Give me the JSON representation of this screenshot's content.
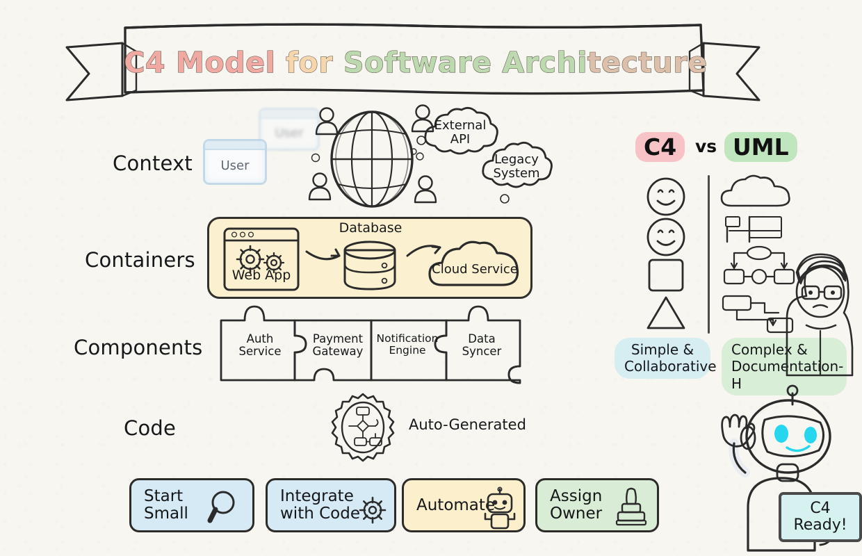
{
  "banner": {
    "title_full": "C4 Model for Software Architecture",
    "segments": [
      {
        "text": "C4 Model ",
        "color": "#f0a9a3"
      },
      {
        "text": "for ",
        "color": "#f6d6ad"
      },
      {
        "text": "Software ",
        "color": "#bcd9b0"
      },
      {
        "text": "Archi",
        "color": "#bcd9b0"
      },
      {
        "text": "tecture",
        "color": "#dcc0ab"
      }
    ],
    "ribbon_fill": "#e3f1f8",
    "ribbon_stroke": "#2b2b2b"
  },
  "rows": {
    "context": {
      "label": "Context",
      "user_card_front": "User",
      "user_card_back": "User",
      "globe_name": "globe",
      "actors": [
        {
          "name": "actor-top-left",
          "head": "#f2a89b",
          "body": "#b8d99a"
        },
        {
          "name": "actor-top-right",
          "head": "#ef8f86",
          "body": "#f3a89c"
        },
        {
          "name": "actor-bottom-left",
          "head": "#6fb5de",
          "body": "#8dc8e8"
        },
        {
          "name": "actor-bottom-right",
          "head": "#9fd08a",
          "body": "#bde0a8"
        }
      ],
      "bubbles": [
        {
          "name": "external-api",
          "text": "External\nAPI"
        },
        {
          "name": "legacy-system",
          "text": "Legacy\nSystem"
        }
      ]
    },
    "containers": {
      "label": "Containers",
      "band_fill": "#fbf0d0",
      "items": [
        {
          "name": "web-app",
          "label": "Web App",
          "icon": "browser-gears-icon"
        },
        {
          "name": "database",
          "label": "Database",
          "icon": "database-cylinder-icon"
        },
        {
          "name": "cloud-service",
          "label": "Cloud Service",
          "icon": "cloud-icon"
        }
      ],
      "arrows": 2
    },
    "components": {
      "label": "Components",
      "pieces": [
        {
          "name": "auth-service",
          "label": "Auth\nService",
          "color": "#bcdcf0"
        },
        {
          "name": "payment-gateway",
          "label": "Payment\nGateway",
          "color": "#d4e8b8"
        },
        {
          "name": "notification-engine",
          "label": "Notification\nEngine",
          "color": "#fad9ad"
        },
        {
          "name": "data-syncer",
          "label": "Data\nSyncer",
          "color": "#c3d3da"
        }
      ]
    },
    "code": {
      "label": "Code",
      "badge_name": "auto-generated-badge",
      "badge_caption": "Auto-Generated"
    }
  },
  "actions": [
    {
      "name": "start-small",
      "label": "Start\nSmall",
      "icon": "magnifier-icon",
      "fill": "#d6eaf6"
    },
    {
      "name": "integrate-with-code",
      "label": "Integrate\nwith Code",
      "icon": "gear-icon",
      "fill": "#d6eaf6"
    },
    {
      "name": "automate",
      "label": "Automate",
      "icon": "robot-icon",
      "fill": "#fbf0cb"
    },
    {
      "name": "assign-owner",
      "label": "Assign\nOwner",
      "icon": "stamp-icon",
      "fill": "#d9edd6"
    }
  ],
  "comparison": {
    "left_title": "C4",
    "vs_text": "vs",
    "right_title": "UML",
    "left_highlight": "#f7c3c6",
    "right_highlight": "#bfe6bc",
    "left_verdict": "Simple &\nCollaborative",
    "right_verdict": "Complex &\nDocumentation-H",
    "left_icons": [
      "smiley-icon",
      "smiley-icon",
      "pink-square-icon",
      "teal-triangle-icon"
    ],
    "right_icons": [
      "cloud-icon",
      "sequence-diagram-icon",
      "activity-diagram-icon",
      "state-diagram-icon"
    ],
    "confused-person": "confused-person-illustration"
  },
  "mascot": {
    "name": "waving-robot",
    "sign_text": "C4\nReady!",
    "eye_color": "#25d6ef",
    "sign_fill": "#d6f2f0"
  }
}
